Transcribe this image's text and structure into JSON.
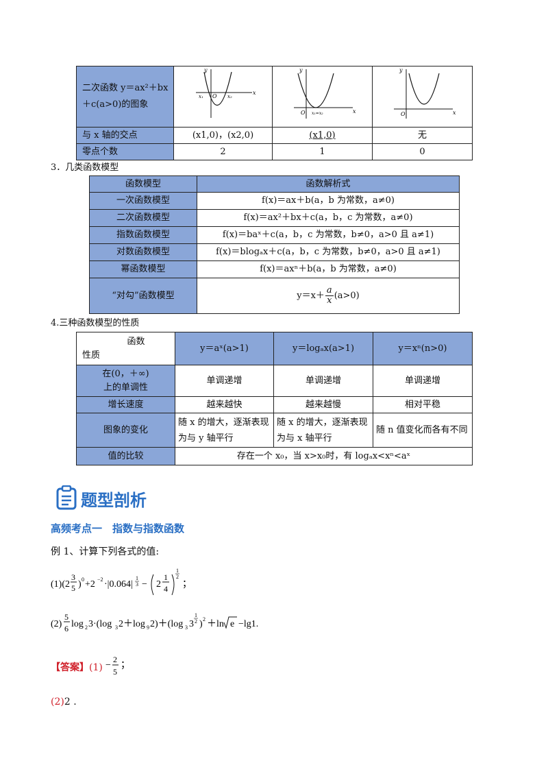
{
  "table1": {
    "row1_label": "二次函数 y＝ax²＋bx＋c(a>0)的图象",
    "graphs": [
      {
        "y": "y",
        "x": "x",
        "o": "O",
        "x1": "x₁",
        "x2": "x₂"
      },
      {
        "y": "y",
        "x": "x",
        "o": "O",
        "x12": "x₁=x₂"
      },
      {
        "y": "y",
        "x": "x",
        "o": "O"
      }
    ],
    "row2_label": "与 x 轴的交点",
    "row2": [
      "(x1,0)，(x2,0)",
      "(x1,0)",
      "无"
    ],
    "row3_label": "零点个数",
    "row3": [
      "2",
      "1",
      "0"
    ]
  },
  "section3_title": "3．几类函数模型",
  "table2": {
    "headers": [
      "函数模型",
      "函数解析式"
    ],
    "rows": [
      {
        "name": "一次函数模型",
        "formula": "f(x)＝ax＋b(a，b 为常数，a≠0)"
      },
      {
        "name": "二次函数模型",
        "formula": "f(x)＝ax²＋bx＋c(a，b，c 为常数，a≠0)"
      },
      {
        "name": "指数函数模型",
        "formula": "f(x)＝baˣ＋c(a，b，c 为常数，b≠0，a>0 且 a≠1)"
      },
      {
        "name": "对数函数模型",
        "formula": "f(x)＝blogₐx＋c(a，b，c 为常数，b≠0，a>0 且 a≠1)"
      },
      {
        "name": "幂函数模型",
        "formula": "f(x)＝axⁿ＋b(a，b 为常数，a≠0)"
      }
    ],
    "last_name": "“对勾”函数模型",
    "last_num": "a",
    "last_den": "x",
    "last_pre": "y＝x＋",
    "last_post": "(a>0)"
  },
  "section4_title": "4.三种函数模型的性质",
  "table3": {
    "corner_top": "函数",
    "corner_bottom": "性质",
    "headers": [
      "y＝aˣ(a>1)",
      "y＝logₐx(a>1)",
      "y＝xⁿ(n>0)"
    ],
    "r1_label_a": "在(0，＋∞)",
    "r1_label_b": "上的单调性",
    "r1": [
      "单调递增",
      "单调递增",
      "单调递增"
    ],
    "r2_label": "增长速度",
    "r2": [
      "越来越快",
      "越来越慢",
      "相对平稳"
    ],
    "r3_label": "图象的变化",
    "r3": [
      "随 x 的增大，逐渐表现为与 y 轴平行",
      "随 x 的增大，逐渐表现为与 x 轴平行",
      "随 n 值变化而各有不同"
    ],
    "r4_label": "值的比较",
    "r4": "存在一个 x₀，当 x>x₀时，有 logₐx<xⁿ<aˣ"
  },
  "section_title": "题型剖析",
  "topic_title": "高频考点一　指数与指数函数",
  "example_intro": "例 1、计算下列各式的值:",
  "answer_label": "【答案】",
  "answer_1": "(1)",
  "answer_2": "(2)",
  "answer_2_val": "2 .",
  "colors": {
    "header_bg": "#8aa6d8",
    "accent": "#2a6fc4",
    "answer": "#d0202a"
  }
}
